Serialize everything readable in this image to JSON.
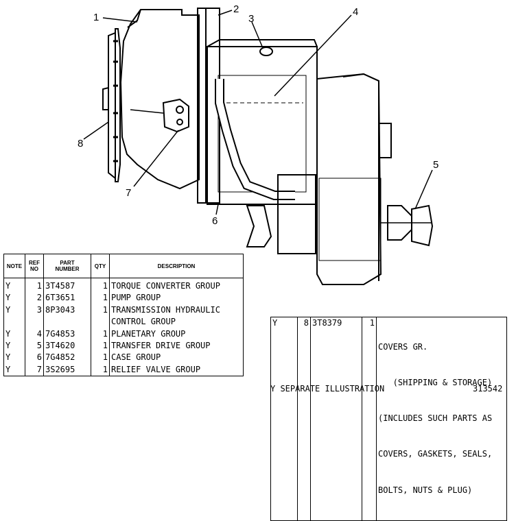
{
  "callouts": [
    "1",
    "2",
    "3",
    "4",
    "5",
    "6",
    "7",
    "8"
  ],
  "table_headers": {
    "note": "NOTE",
    "ref_no": [
      "REF",
      "NO"
    ],
    "part_number": [
      "PART",
      "NUMBER"
    ],
    "qty": "QTY",
    "description": "DESCRIPTION"
  },
  "parts": [
    {
      "note": "Y",
      "ref": "1",
      "part": "3T4587",
      "qty": "1",
      "desc": [
        "TORQUE CONVERTER GROUP"
      ]
    },
    {
      "note": "Y",
      "ref": "2",
      "part": "6T3651",
      "qty": "1",
      "desc": [
        "PUMP GROUP"
      ]
    },
    {
      "note": "Y",
      "ref": "3",
      "part": "8P3043",
      "qty": "1",
      "desc": [
        "TRANSMISSION HYDRAULIC",
        "CONTROL GROUP"
      ]
    },
    {
      "note": "Y",
      "ref": "4",
      "part": "7G4853",
      "qty": "1",
      "desc": [
        "PLANETARY GROUP"
      ]
    },
    {
      "note": "Y",
      "ref": "5",
      "part": "3T4620",
      "qty": "1",
      "desc": [
        "TRANSFER DRIVE GROUP"
      ]
    },
    {
      "note": "Y",
      "ref": "6",
      "part": "7G4852",
      "qty": "1",
      "desc": [
        "CASE GROUP"
      ]
    },
    {
      "note": "Y",
      "ref": "7",
      "part": "3S2695",
      "qty": "1",
      "desc": [
        "RELIEF VALVE GROUP"
      ]
    }
  ],
  "cover_part": {
    "note": "Y",
    "ref": "8",
    "part": "3T8379",
    "qty": "1",
    "desc": [
      "COVERS GR.",
      "   (SHIPPING & STORAGE)",
      "(INCLUDES SUCH PARTS AS",
      "COVERS, GASKETS, SEALS,",
      "BOLTS, NUTS & PLUG)"
    ]
  },
  "footer": {
    "legend": "Y  SEPARATE ILLUSTRATION",
    "illustration_number": "313542"
  }
}
